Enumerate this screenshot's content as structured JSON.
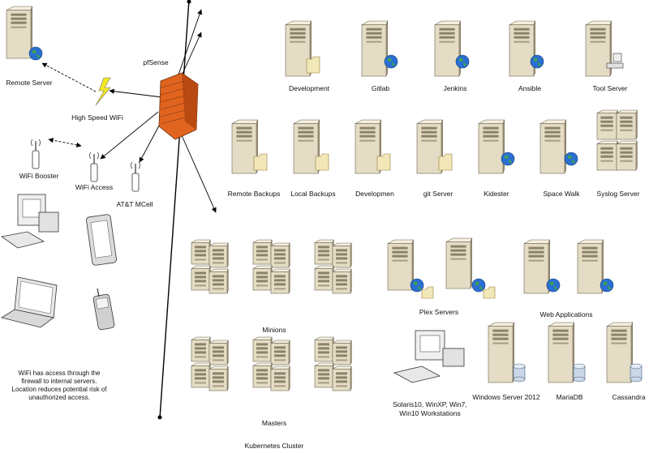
{
  "labels": {
    "remote_server": "Remote Server",
    "high_speed_wifi": "High Speed WiFi",
    "pfsense": "pfSense",
    "wifi_booster": "WiFi Booster",
    "wifi_access": "WiFi Access",
    "att_mcell": "AT&T MCell",
    "development": "Development",
    "gitlab": "Gitlab",
    "jenkins": "Jenkins",
    "ansible": "Ansible",
    "tool_server": "Tool Server",
    "remote_backups": "Remote Backups",
    "local_backups": "Local Backups",
    "developmen": "Developmen",
    "git_server": "git Server",
    "kidestar": "Kidester",
    "space_walk": "Space Walk",
    "syslog_server": "Syslog Server",
    "minions": "Minions",
    "masters": "Masters",
    "kubernetes_cluster": "Kubernetes Cluster",
    "plex_servers": "Plex Servers",
    "web_applications": "Web Applications",
    "workstations_line1": "Solaris10, WinXP, Win7,",
    "workstations_line2": "Win10 Workstations",
    "windows_server": "Windows Server 2012",
    "mariadb": "MariaDB",
    "cassandra": "Cassandra"
  },
  "note": "WiFi has access through the firewall to internal servers. Location reduces potential risk of unauthorized access.",
  "colors": {
    "server_body": "#e4dcc4",
    "server_dark": "#b5a988",
    "firewall": "#e0641e",
    "globe": "#2a6fd1",
    "folder": "#f2e7b8",
    "database": "#c9d7e6"
  }
}
